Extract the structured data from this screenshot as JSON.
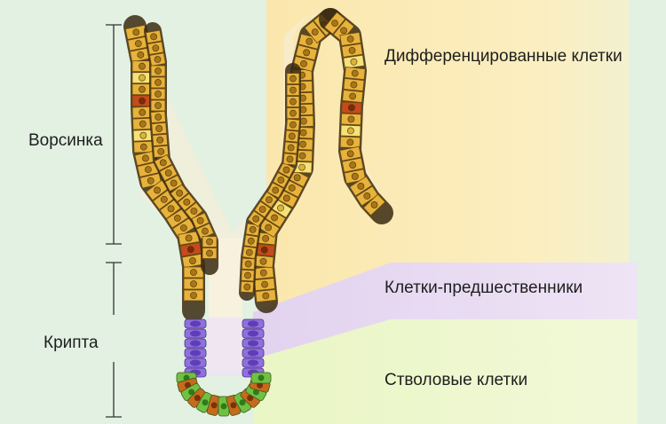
{
  "labels": {
    "differentiated": "Дифференцированные клетки",
    "progenitor": "Клетки-предшественники",
    "stem": "Стволовые клетки",
    "villus": "Ворсинка",
    "crypt": "Крипта"
  },
  "colors": {
    "background": "#e3f1e2",
    "differentiated_band": "#fbe9b4",
    "progenitor_band": "#e6d9f1",
    "stem_band": "#eef7cc",
    "enterocyte": "#e7b33c",
    "nucleus": "#a87618",
    "progenitor_cell": "#9070dd",
    "stem_cell": "#72c043",
    "paneth_cell": "#c56b1d",
    "goblet_cell": "#f5e27a",
    "enteroendocrine_cell": "#c64a1c",
    "lamina": "#f5ecd4"
  }
}
